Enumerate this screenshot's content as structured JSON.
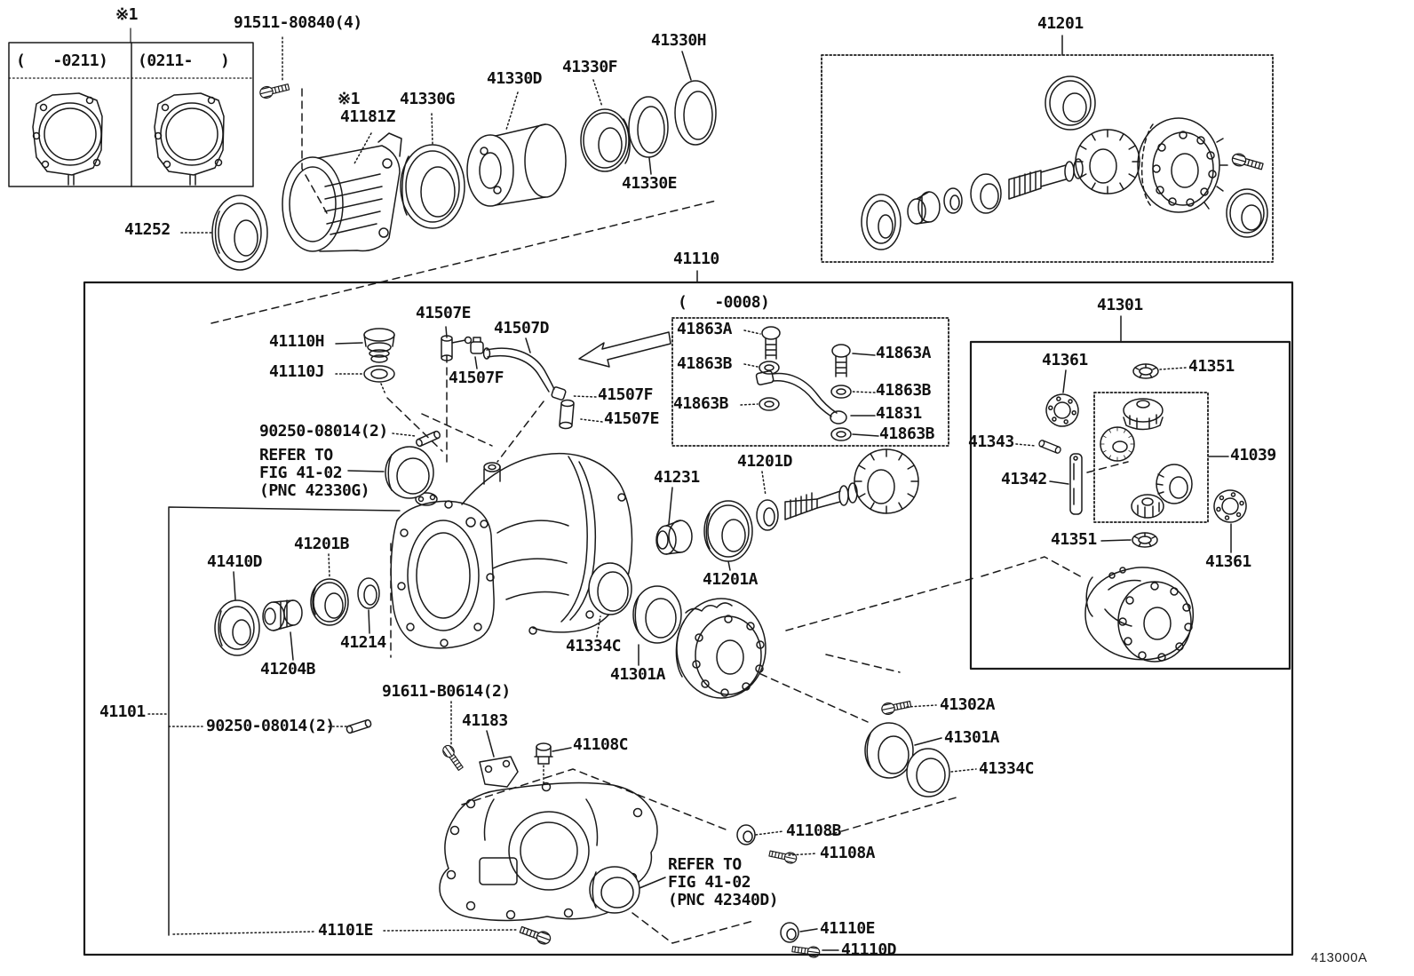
{
  "figure": {
    "code": "413000A"
  },
  "variant_box": {
    "left_header": "(   -0211)",
    "right_header": "(0211-   )"
  },
  "labels": {
    "note1a": "※1",
    "note1b": "※1",
    "bolt91511": "91511-80840(4)",
    "p41252": "41252",
    "p41181Z": "41181Z",
    "p41330G": "41330G",
    "p41330D": "41330D",
    "p41330F": "41330F",
    "p41330H": "41330H",
    "p41330E": "41330E",
    "p41201": "41201",
    "p41110": "41110",
    "p41110H": "41110H",
    "p41110J": "41110J",
    "p41507E_1": "41507E",
    "p41507D": "41507D",
    "p41507F_1": "41507F",
    "p41507F_2": "41507F",
    "p41507E_2": "41507E",
    "hdr_0008": "(   -0008)",
    "p41863A_1": "41863A",
    "p41863B_1": "41863B",
    "p41863B_2": "41863B",
    "p41863A_2": "41863A",
    "p41863B_3": "41863B",
    "p41831": "41831",
    "p41863B_4": "41863B",
    "p41201D": "41201D",
    "p41231": "41231",
    "p41201A_1": "41201A",
    "p41301": "41301",
    "p41361_1": "41361",
    "p41351_1": "41351",
    "p41343": "41343",
    "p41342": "41342",
    "p41039": "41039",
    "p41351_2": "41351",
    "p41361_2": "41361",
    "p41410D": "41410D",
    "p41201B": "41201B",
    "p41214": "41214",
    "p41204B": "41204B",
    "p41334C_1": "41334C",
    "p41301A_1": "41301A",
    "p41101": "41101",
    "p90250_1": "90250-08014(2)",
    "p90250_2": "90250-08014(2)",
    "p91611": "91611-B0614(2)",
    "p41183": "41183",
    "p41108C": "41108C",
    "p41302A": "41302A",
    "p41301A_2": "41301A",
    "p41334C_2": "41334C",
    "p41108B": "41108B",
    "p41108A": "41108A",
    "p41101E": "41101E",
    "p41110E": "41110E",
    "p41110D": "41110D"
  },
  "refer_notes": {
    "r1": {
      "l1": "REFER TO",
      "l2": "FIG 41-02",
      "l3": "(PNC 42330G)"
    },
    "r2": {
      "l1": "REFER TO",
      "l2": "FIG 41-02",
      "l3": "(PNC 42340D)"
    }
  },
  "style": {
    "ink": "#1a1a1a",
    "background": "#ffffff"
  }
}
